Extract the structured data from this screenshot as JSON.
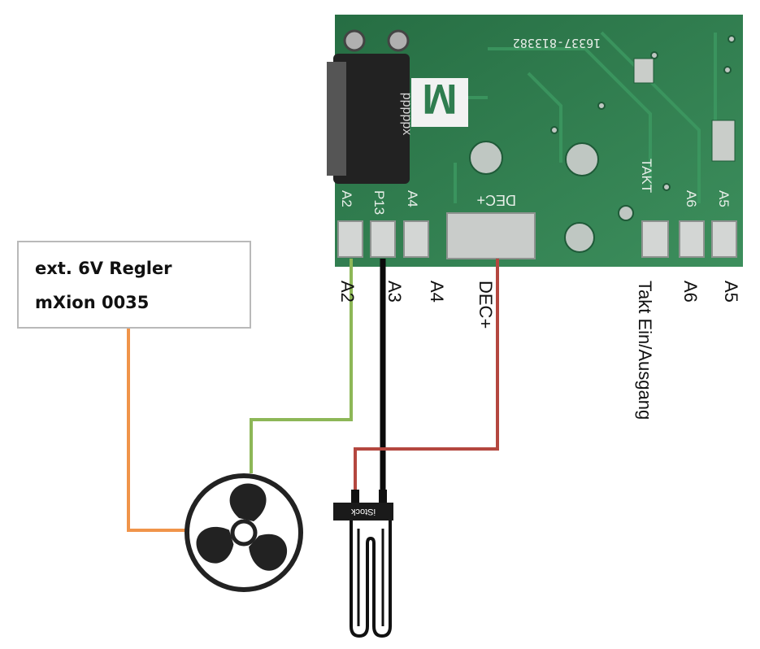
{
  "regler_box": {
    "line1": "ext. 6V Regler",
    "line2": "mXion 0035"
  },
  "board": {
    "serial": "16337-813382",
    "logo_letter": "M",
    "component_text": "pppppx",
    "pad_labels": [
      "A2",
      "P13",
      "A4",
      "DEC+",
      "TAKT",
      "A6",
      "A5"
    ]
  },
  "wire_labels": {
    "a2": "A2",
    "a3": "A3",
    "a4": "A4",
    "dec": "DEC+",
    "takt": "Takt Ein/Ausgang",
    "a6": "A6",
    "a5": "A5"
  },
  "heater": {
    "label": "iStock"
  },
  "colors": {
    "board_green": "#2f7d4f",
    "wire_green": "#8db757",
    "wire_red": "#b4473f",
    "wire_black": "#0a0a0a",
    "wire_orange": "#f0944a",
    "box_border": "#b9b9b9"
  },
  "icons": {
    "fan": "fan-icon",
    "heater": "heating-element-icon"
  }
}
